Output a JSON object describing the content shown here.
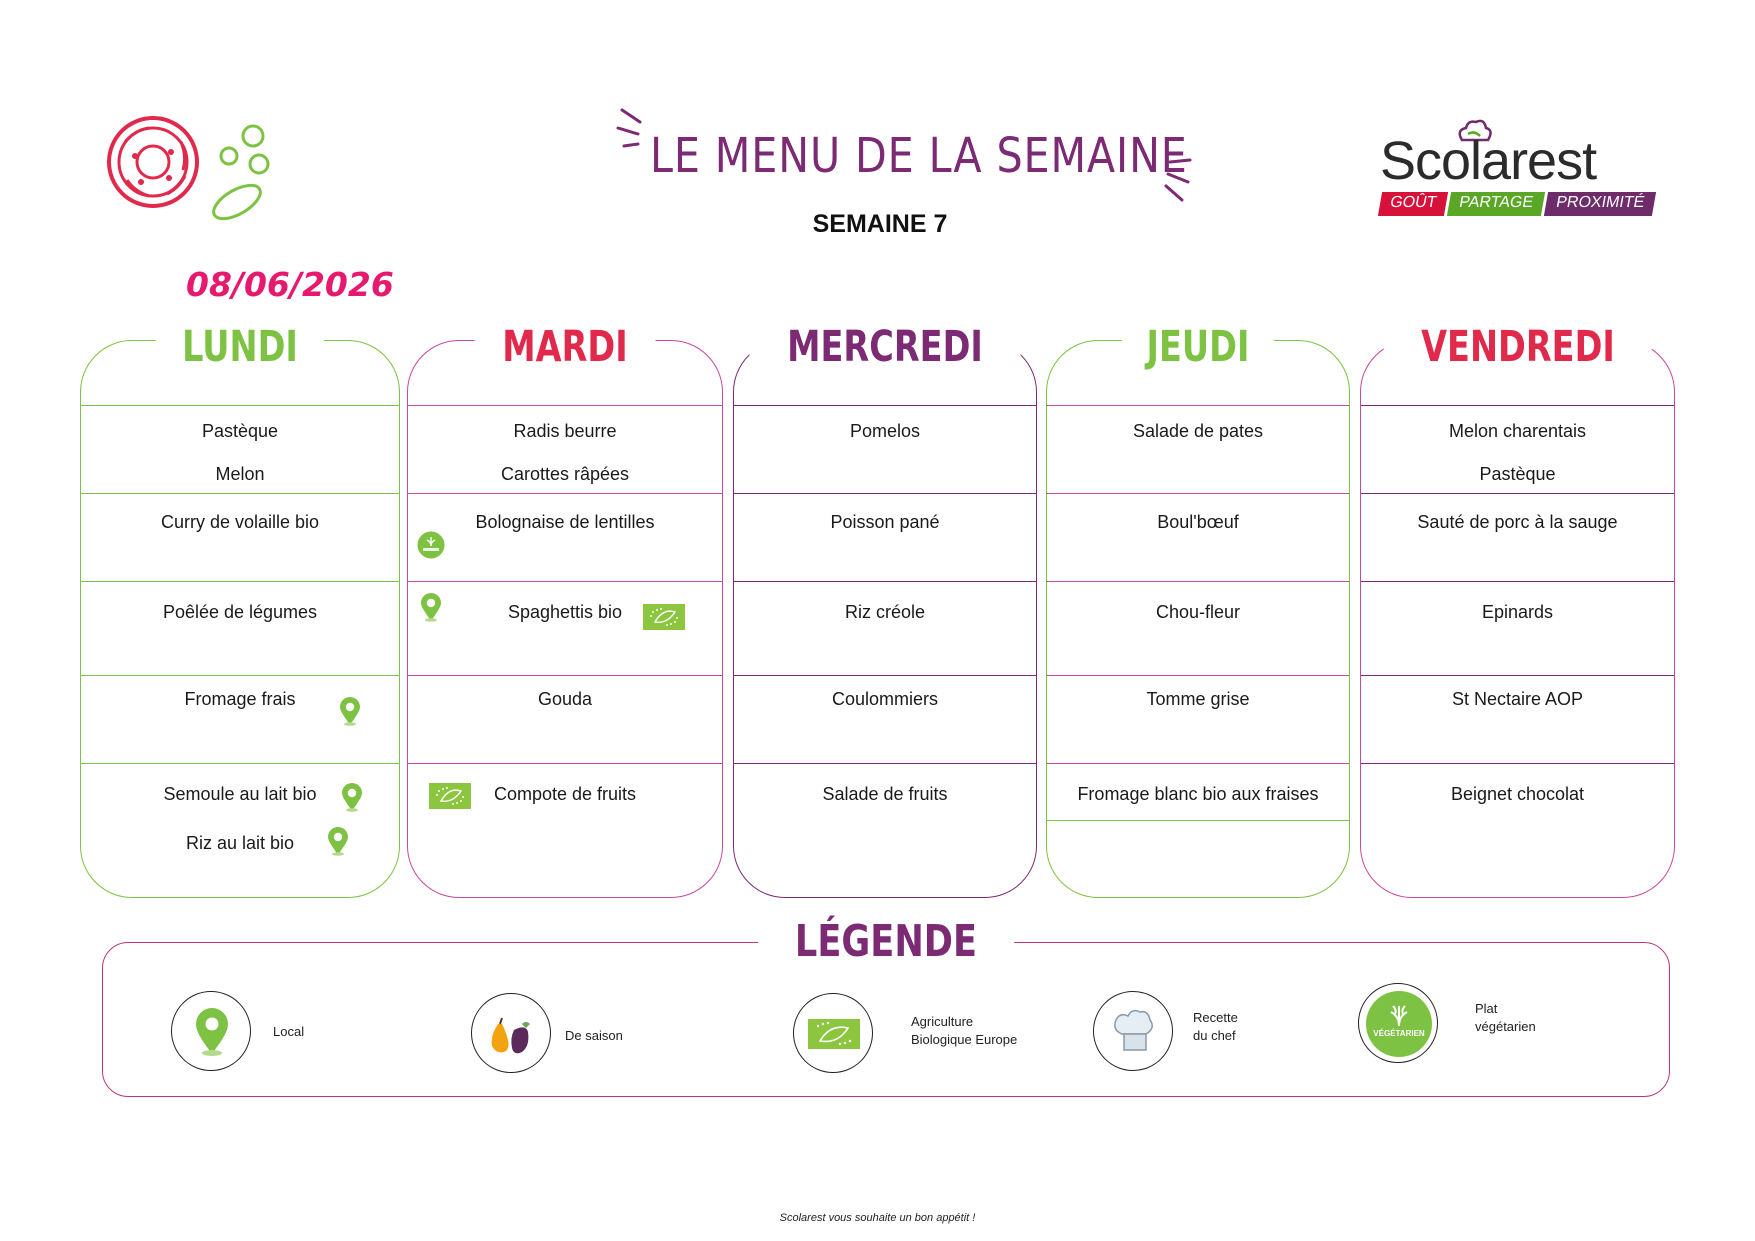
{
  "header": {
    "title": "LE MENU DE LA SEMAINE",
    "week": "SEMAINE 7",
    "date": "08/06/2026",
    "brand_name": "Scolarest",
    "brand_tags": [
      "GOÛT",
      "PARTAGE",
      "PROXIMITÉ"
    ]
  },
  "colors": {
    "green": "#7dc242",
    "magenta": "#c8489a",
    "purple": "#7b2a73",
    "red": "#e0294b",
    "date_pink": "#e6196e"
  },
  "days": [
    {
      "name": "LUNDI",
      "rows": [
        [
          "Pastèque",
          "Melon"
        ],
        [
          "Curry de volaille bio"
        ],
        [
          "Poêlée de légumes"
        ],
        [
          "Fromage frais"
        ],
        [
          "Semoule au lait bio",
          "Riz au lait bio"
        ]
      ]
    },
    {
      "name": "MARDI",
      "rows": [
        [
          "Radis beurre",
          "Carottes râpées"
        ],
        [
          "Bolognaise de lentilles"
        ],
        [
          "Spaghettis bio"
        ],
        [
          "Gouda"
        ],
        [
          "Compote de fruits"
        ]
      ]
    },
    {
      "name": "MERCREDI",
      "rows": [
        [
          "Pomelos"
        ],
        [
          "Poisson pané"
        ],
        [
          "Riz créole"
        ],
        [
          "Coulommiers"
        ],
        [
          "Salade de fruits"
        ]
      ]
    },
    {
      "name": "JEUDI",
      "rows": [
        [
          "Salade de pates"
        ],
        [
          "Boul'bœuf"
        ],
        [
          "Chou-fleur"
        ],
        [
          "Tomme grise"
        ],
        [
          "Fromage blanc bio aux fraises"
        ]
      ]
    },
    {
      "name": "VENDREDI",
      "rows": [
        [
          "Melon charentais",
          "Pastèque"
        ],
        [
          "Sauté de porc à la sauge"
        ],
        [
          "Epinards"
        ],
        [
          "St Nectaire AOP"
        ],
        [
          "Beignet chocolat"
        ]
      ]
    }
  ],
  "legend": {
    "title": "LÉGENDE",
    "items": [
      {
        "icon": "location-pin-icon",
        "label": "Local"
      },
      {
        "icon": "pear-eggplant-icon",
        "label": "De saison"
      },
      {
        "icon": "eu-organic-leaf-icon",
        "label_line1": "Agriculture",
        "label_line2": "Biologique Europe"
      },
      {
        "icon": "chef-hat-icon",
        "label_line1": "Recette",
        "label_line2": "du chef"
      },
      {
        "icon": "vegetarian-icon",
        "label_line1": "Plat",
        "label_line2": "végétarien",
        "badge_text": "VÉGÉTARIEN"
      }
    ]
  },
  "footer": "Scolarest vous souhaite un bon appétit !"
}
